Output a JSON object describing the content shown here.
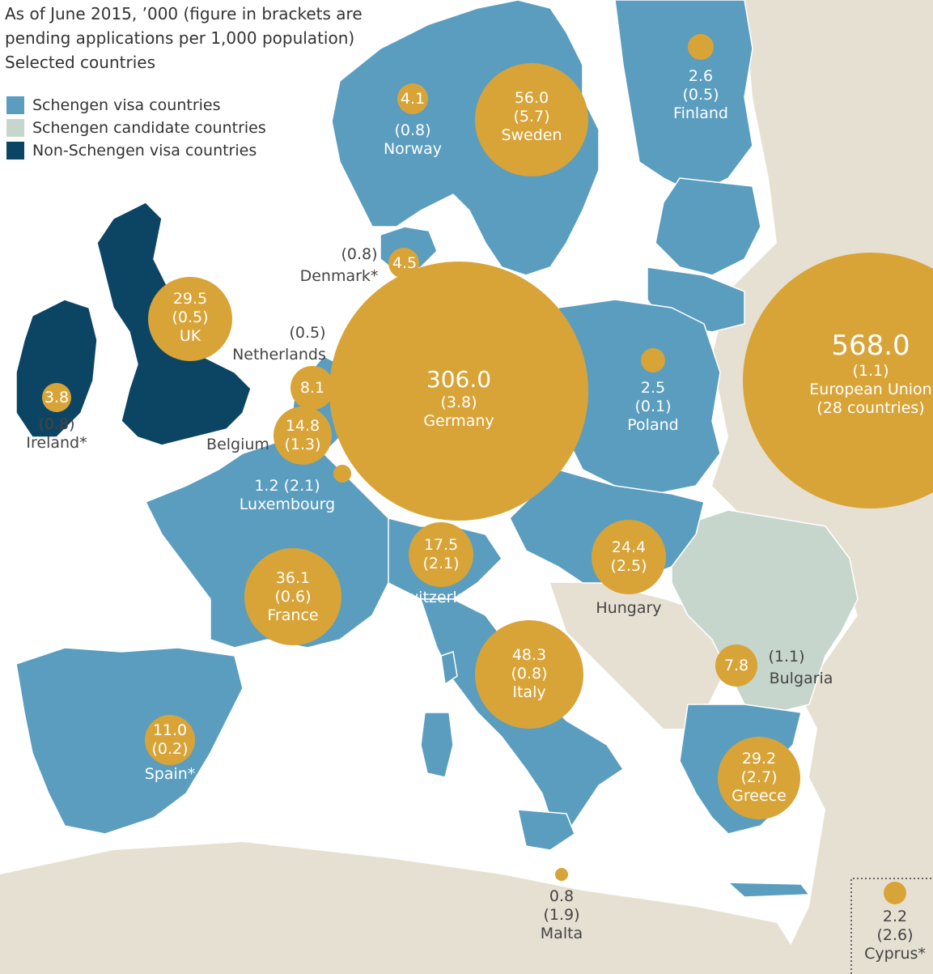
{
  "caption": {
    "line1": "As of June 2015, ’000 (figure in brackets are",
    "line2": "pending applications per 1,000 population)",
    "line3": "Selected countries"
  },
  "legend": [
    {
      "label": "Schengen visa countries",
      "color": "#5b9dbf"
    },
    {
      "label": "Schengen candidate countries",
      "color": "#c6d6cd"
    },
    {
      "label": "Non-Schengen visa countries",
      "color": "#0c4563"
    }
  ],
  "colors": {
    "bubble": "#d8a437",
    "sea": "#ffffff",
    "other_land": "#e6e0d2",
    "border": "#ffffff"
  },
  "countries": {
    "norway": {
      "name": "Norway",
      "value": "4.1",
      "per1000": "(0.8)"
    },
    "sweden": {
      "name": "Sweden",
      "value": "56.0",
      "per1000": "(5.7)"
    },
    "finland": {
      "name": "Finland",
      "value": "2.6",
      "per1000": "(0.5)"
    },
    "denmark": {
      "name": "Denmark*",
      "value": "4.5",
      "per1000": "(0.8)"
    },
    "uk": {
      "name": "UK",
      "value": "29.5",
      "per1000": "(0.5)"
    },
    "ireland": {
      "name": "Ireland*",
      "value": "3.8",
      "per1000": "(0.8)"
    },
    "netherlands": {
      "name": "Netherlands",
      "value": "8.1",
      "per1000": "(0.5)"
    },
    "belgium": {
      "name": "Belgium",
      "value": "14.8",
      "per1000": "(1.3)"
    },
    "luxembourg": {
      "name": "Luxembourg",
      "value": "1.2",
      "per1000": "(2.1)"
    },
    "germany": {
      "name": "Germany",
      "value": "306.0",
      "per1000": "(3.8)"
    },
    "poland": {
      "name": "Poland",
      "value": "2.5",
      "per1000": "(0.1)"
    },
    "eu": {
      "name": "European Union",
      "value": "568.0",
      "per1000": "(1.1)",
      "note": "(28 countries)"
    },
    "france": {
      "name": "France",
      "value": "36.1",
      "per1000": "(0.6)"
    },
    "switzerland": {
      "name": "Switzerland",
      "value": "17.5",
      "per1000": "(2.1)"
    },
    "hungary": {
      "name": "Hungary",
      "value": "24.4",
      "per1000": "(2.5)"
    },
    "italy": {
      "name": "Italy",
      "value": "48.3",
      "per1000": "(0.8)"
    },
    "bulgaria": {
      "name": "Bulgaria",
      "value": "7.8",
      "per1000": "(1.1)"
    },
    "spain": {
      "name": "Spain*",
      "value": "11.0",
      "per1000": "(0.2)"
    },
    "greece": {
      "name": "Greece",
      "value": "29.2",
      "per1000": "(2.7)"
    },
    "malta": {
      "name": "Malta",
      "value": "0.8",
      "per1000": "(1.9)"
    },
    "cyprus": {
      "name": "Cyprus*",
      "value": "2.2",
      "per1000": "(2.6)"
    }
  }
}
